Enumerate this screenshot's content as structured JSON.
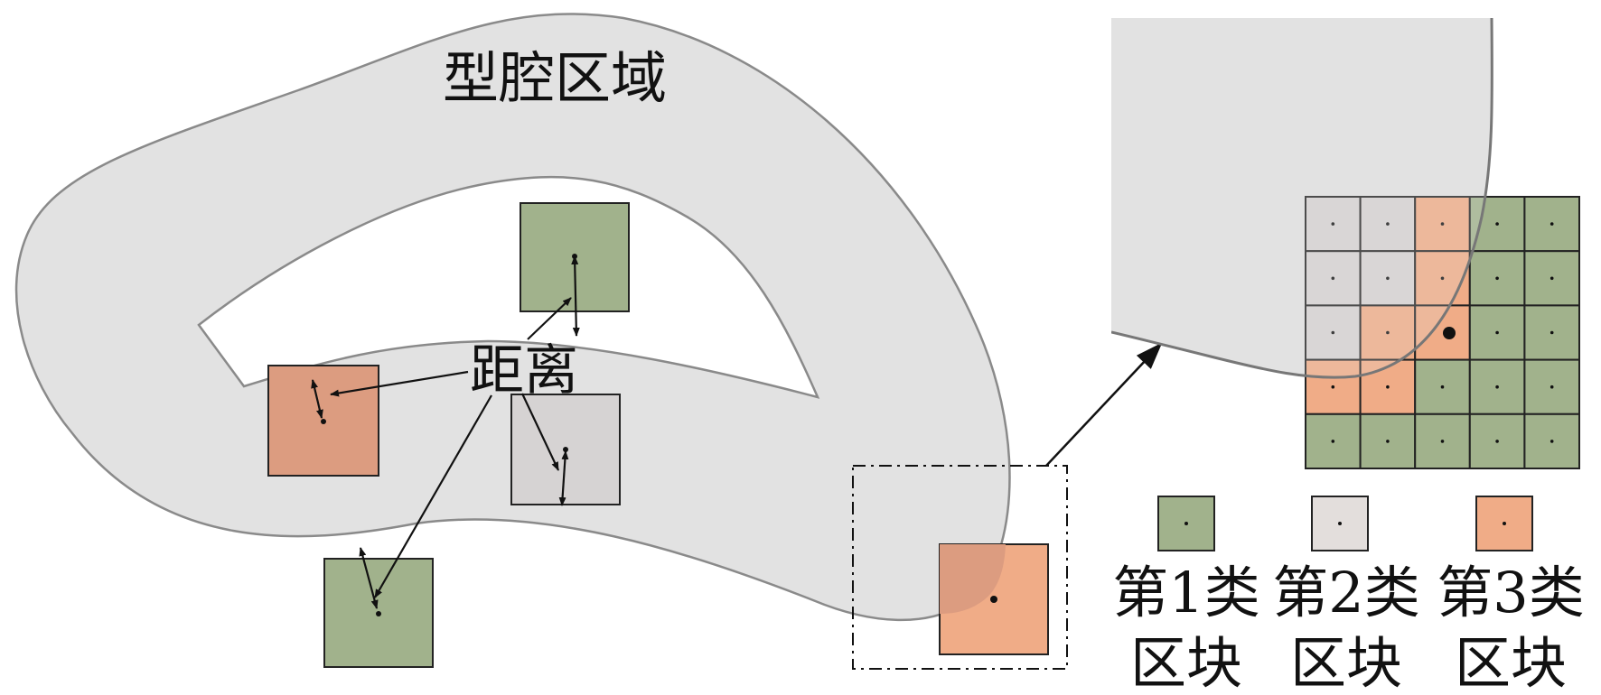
{
  "labels": {
    "cavity_region": "型腔区域",
    "distance": "距离",
    "legend": [
      {
        "line1": "第1类",
        "line2": "区块"
      },
      {
        "line1": "第2类",
        "line2": "区块"
      },
      {
        "line1": "第3类",
        "line2": "区块"
      }
    ]
  },
  "colors": {
    "cavity_fill": "#e2e2e2",
    "cavity_stroke": "#8a8a8a",
    "class1_green": "#a1b28c",
    "class2_gray": "#d6d3d3",
    "class2_legend_gray": "#e3dedc",
    "class3_orange_outside": "#f0ac87",
    "class3_orange_inside": "#dc9c80",
    "grid_overlap": "#d79b7b",
    "ink": "#111111"
  },
  "grid": {
    "rows": 5,
    "cols": 5,
    "cell_classes": [
      [
        2,
        2,
        3,
        1,
        1
      ],
      [
        2,
        2,
        3,
        1,
        1
      ],
      [
        2,
        3,
        3,
        1,
        1
      ],
      [
        3,
        3,
        1,
        1,
        1
      ],
      [
        1,
        1,
        1,
        1,
        1
      ]
    ],
    "center_cell": [
      2,
      2
    ]
  }
}
